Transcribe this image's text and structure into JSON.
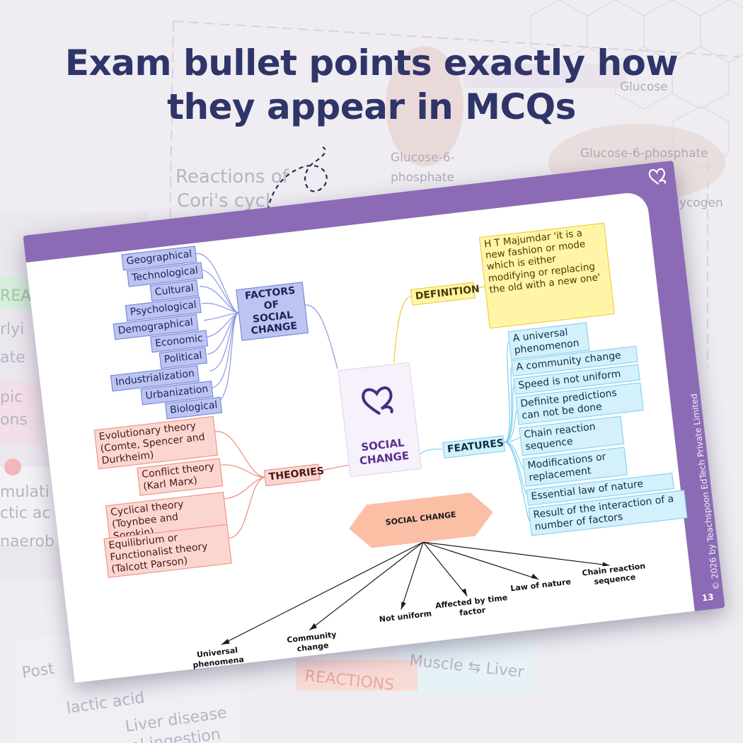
{
  "headline": {
    "line1": "Exam bullet points exactly how",
    "line2": "they appear in MCQs"
  },
  "background": {
    "texts": [
      "Reactions of",
      "Cori's cycl",
      "Glucose-6-",
      "phosphate",
      "Glucose",
      "Glucose-6-phosphate",
      "Glycogen",
      "Muscle ⇆ Liver",
      "REACTIONS",
      "Post",
      "lactic acid",
      "Liver disease",
      "al ingestion",
      "REA",
      "rlyi",
      "ate",
      "pic",
      "ons",
      "mulati",
      "ctic ac",
      "naerob"
    ]
  },
  "card": {
    "page_number": "13",
    "copyright": "© 2026 by Teachspoon EdTech Private Limited",
    "center_label": [
      "SOCIAL",
      "CHANGE"
    ],
    "factors": {
      "label": [
        "FACTORS",
        "OF SOCIAL",
        "CHANGE"
      ],
      "items": [
        "Geographical",
        "Technological",
        "Cultural",
        "Psychological",
        "Demographical",
        "Economic",
        "Political",
        "Industrialization",
        "Urbanization",
        "Biological"
      ]
    },
    "theories": {
      "label": "THEORIES",
      "items": [
        "Evolutionary theory (Comte, Spencer and Durkheim)",
        "Conflict theory (Karl Marx)",
        "Cyclical theory (Toynbee and Sorokin)",
        "Equilibrium or Functionalist theory (Talcott Parson)"
      ]
    },
    "definition": {
      "label": "DEFINITION",
      "text": "H T Majumdar 'it is a new fashion or mode which is either modifying or replacing the old with a new one'"
    },
    "features": {
      "label": "FEATURES",
      "items": [
        "A universal phenomenon",
        "A community change",
        "Speed is not uniform",
        "Definite predictions can not be done",
        "Chain reaction sequence",
        "Modifications or replacement",
        "Essential law of nature",
        "Result of the interaction of a number of factors"
      ]
    },
    "summary": {
      "label": "SOCIAL CHANGE",
      "leaves": [
        "Universal phenomena",
        "Community change",
        "Not uniform",
        "Affected by time factor",
        "Law of nature",
        "Chain reaction sequence"
      ]
    }
  },
  "colors": {
    "headline": "#2f3569",
    "card_frame": "#8b6bb5",
    "factors": "#bcc4f2",
    "theories": "#fbd6d1",
    "definition": "#fff5a6",
    "features": "#d4f0fb",
    "hexagon": "#fbbfa6"
  }
}
